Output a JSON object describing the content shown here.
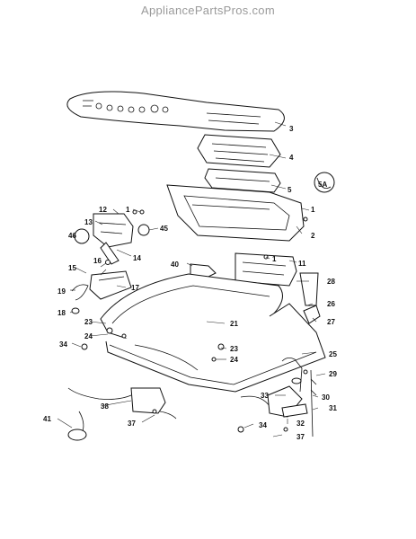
{
  "site": {
    "watermark": "AppliancePartsPros.com"
  },
  "callouts": {
    "c1a": "1",
    "c1b": "1",
    "c1c": "1",
    "c2": "2",
    "c3": "3",
    "c4": "4",
    "c5": "5",
    "c5a": "5A",
    "c11": "11",
    "c12": "12",
    "c13": "13",
    "c14": "14",
    "c15": "15",
    "c16": "16",
    "c17": "17",
    "c18": "18",
    "c19": "19",
    "c21": "21",
    "c23a": "23",
    "c23b": "23",
    "c24a": "24",
    "c24b": "24",
    "c25": "25",
    "c26": "26",
    "c27": "27",
    "c28": "28",
    "c29": "29",
    "c30": "30",
    "c31": "31",
    "c32": "32",
    "c33": "33",
    "c34a": "34",
    "c34b": "34",
    "c37a": "37",
    "c37b": "37",
    "c38": "38",
    "c40": "40",
    "c41": "41",
    "c45": "45",
    "c46": "46"
  }
}
